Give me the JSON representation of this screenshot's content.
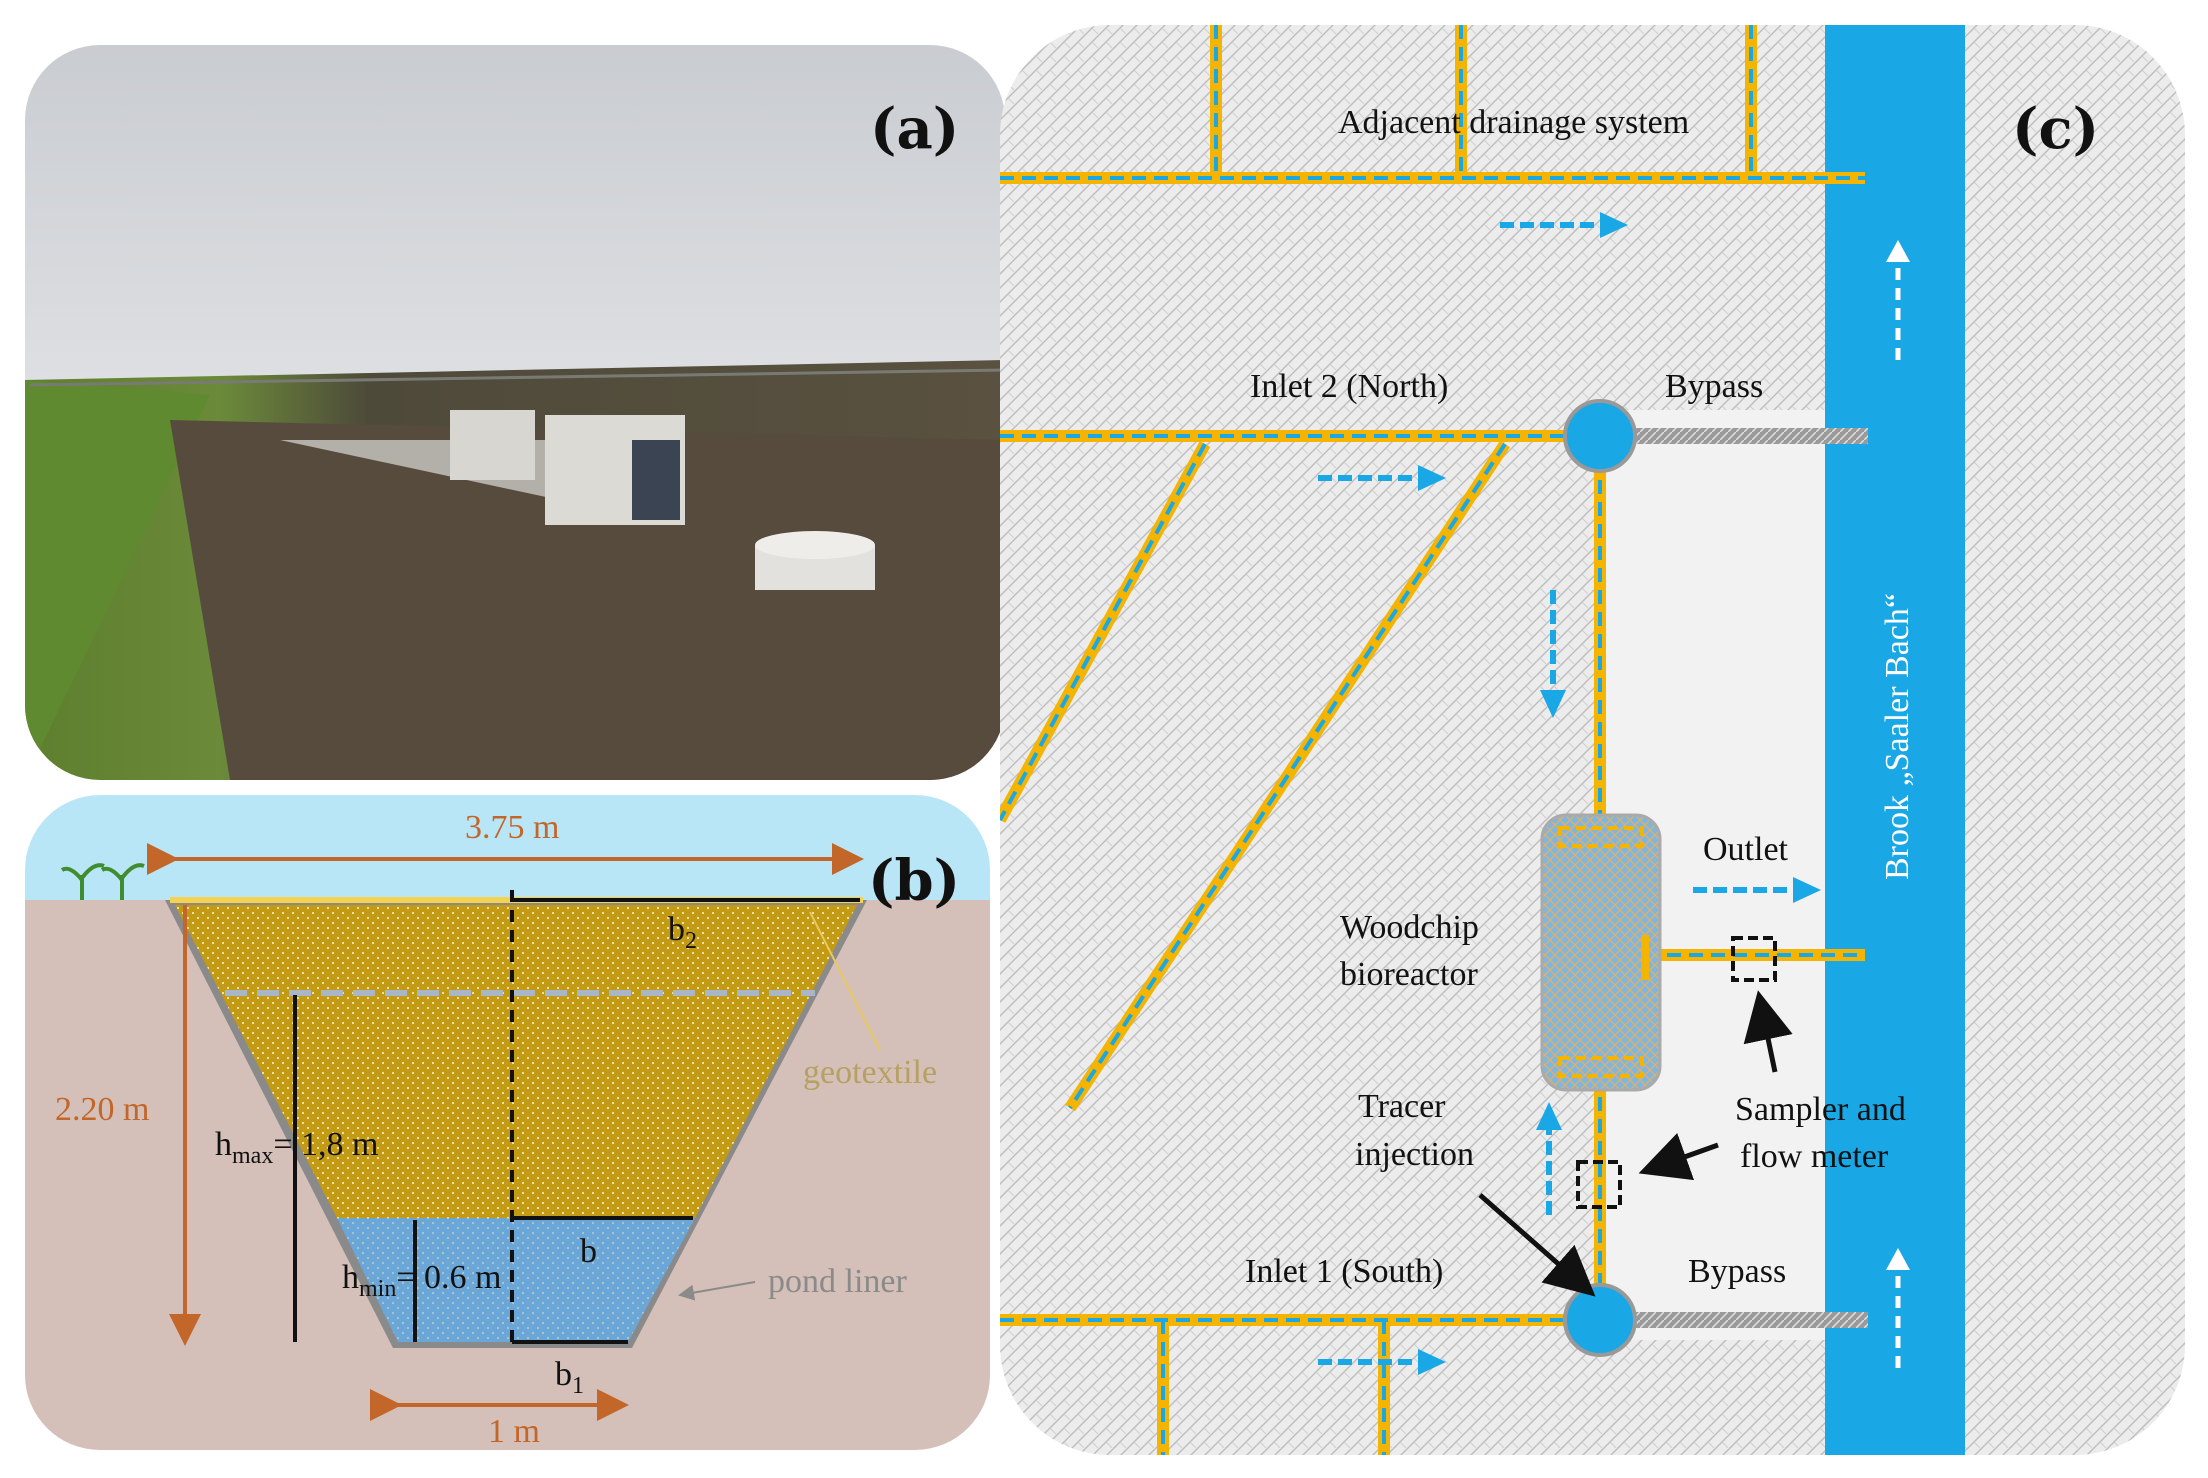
{
  "panel_a": {
    "label": "(a)"
  },
  "panel_b": {
    "label": "(b)",
    "top_width": "3.75 m",
    "bottom_width": "1 m",
    "depth": "2.20 m",
    "b2": "b",
    "b2_sub": "2",
    "b": "b",
    "b1": "b",
    "b1_sub": "1",
    "hmax_h": "h",
    "hmax_sub": "max",
    "hmax_val": "= 1,8 m",
    "hmin_h": "h",
    "hmin_sub": "min",
    "hmin_val": "= 0.6 m",
    "geotextile": "geotextile",
    "pond_liner": "pond liner",
    "colors": {
      "sky": "#b9e6f6",
      "soil": "#d4c0b8",
      "woodchip": "#c29a14",
      "water": "#6aa7d8"
    }
  },
  "panel_c": {
    "label": "(c)",
    "adjacent": "Adjacent drainage system",
    "inlet2": "Inlet 2 (North)",
    "inlet1": "Inlet 1 (South)",
    "bypass_top": "Bypass",
    "bypass_bottom": "Bypass",
    "outlet": "Outlet",
    "woodchip_1": "Woodchip",
    "woodchip_2": "bioreactor",
    "tracer_1": "Tracer",
    "tracer_2": "injection",
    "sampler_1": "Sampler and",
    "sampler_2": "flow meter",
    "brook": "Brook „Saaler Bach“",
    "colors": {
      "pipe": "#f4b400",
      "flow": "#1aa7e6",
      "brook": "#1aa7e6",
      "ground": "#e8e8e8"
    }
  }
}
